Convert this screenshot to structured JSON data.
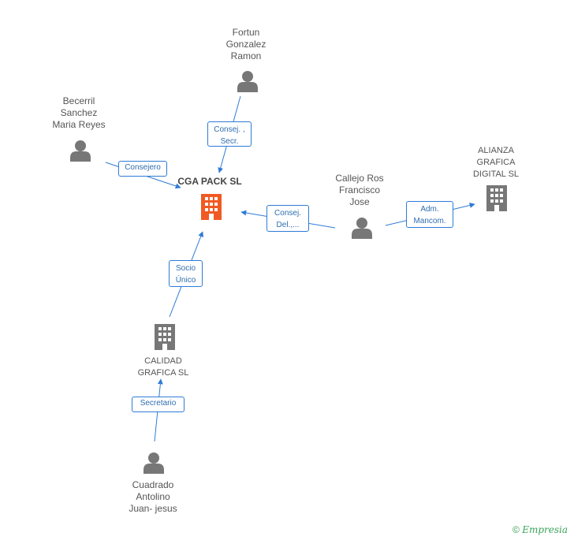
{
  "nodes": {
    "cga_pack": {
      "label": "CGA PACK SL"
    },
    "fortun": {
      "label": "Fortun\nGonzalez\nRamon"
    },
    "becerril": {
      "label": "Becerril\nSanchez\nMaria Reyes"
    },
    "callejo": {
      "label": "Callejo Ros\nFrancisco\nJose"
    },
    "alianza": {
      "label": "ALIANZA\nGRAFICA\nDIGITAL SL"
    },
    "calidad": {
      "label": "CALIDAD\nGRAFICA SL"
    },
    "cuadrado": {
      "label": "Cuadrado\nAntolino\nJuan- jesus"
    }
  },
  "edges": {
    "fortun_cga": "Consej. ,\nSecr.",
    "becerril_cga": "Consejero",
    "callejo_cga": "Consej.\nDel.,...",
    "callejo_alianza": "Adm.\nMancom.",
    "calidad_cga": "Socio\nÚnico",
    "cuadrado_calidad": "Secretario"
  },
  "colors": {
    "edge": "#2e7bd6",
    "person_icon": "#777777",
    "company_icon": "#777777",
    "center_icon": "#f05a23"
  },
  "footer": {
    "copyright": "©",
    "brand": "Empresia"
  }
}
